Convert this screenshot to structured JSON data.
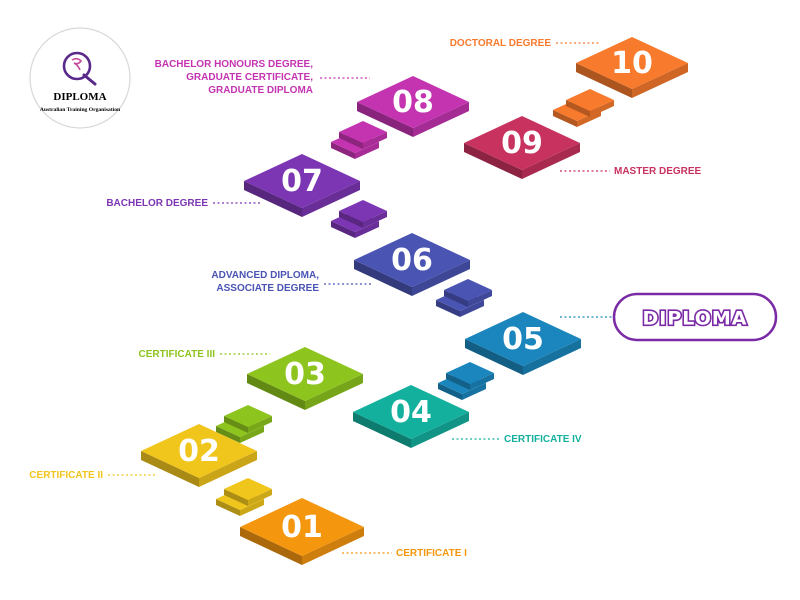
{
  "logo": {
    "title": "DIPLOMA",
    "subtitle": "Australian Training Organisation",
    "color": "#5a2a8a"
  },
  "badge": {
    "label": "DIPLOMA",
    "color": "#7a2aa6"
  },
  "levels": [
    {
      "number": "01",
      "label_lines": [
        "CERTIFICATE I"
      ],
      "color": "#f5960f"
    },
    {
      "number": "02",
      "label_lines": [
        "CERTIFICATE II"
      ],
      "color": "#f0c51c"
    },
    {
      "number": "03",
      "label_lines": [
        "CERTIFICATE III"
      ],
      "color": "#8ec41e"
    },
    {
      "number": "04",
      "label_lines": [
        "CERTIFICATE IV"
      ],
      "color": "#14b09e"
    },
    {
      "number": "05",
      "label_lines": [
        "DIPLOMA"
      ],
      "color": "#1b86bd"
    },
    {
      "number": "06",
      "label_lines": [
        "ADVANCED DIPLOMA,",
        "ASSOCIATE DEGREE"
      ],
      "color": "#4a54b3"
    },
    {
      "number": "07",
      "label_lines": [
        "BACHELOR DEGREE"
      ],
      "color": "#7c36b3"
    },
    {
      "number": "08",
      "label_lines": [
        "BACHELOR HONOURS DEGREE,",
        "GRADUATE CERTIFICATE,",
        "GRADUATE DIPLOMA"
      ],
      "color": "#c434b1"
    },
    {
      "number": "09",
      "label_lines": [
        "MASTER DEGREE"
      ],
      "color": "#c8325e"
    },
    {
      "number": "10",
      "label_lines": [
        "DOCTORAL DEGREE"
      ],
      "color": "#f77a2d"
    }
  ]
}
